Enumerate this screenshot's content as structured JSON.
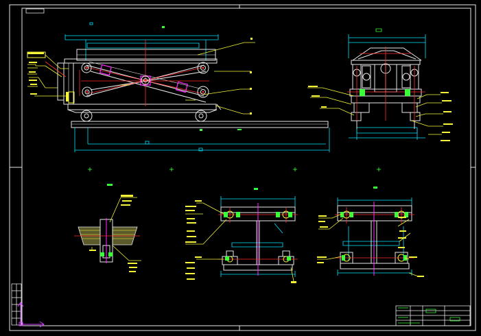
{
  "drawing": {
    "title_block_rows": 4,
    "title_block_cols": 5
  },
  "colors": {
    "background": "#000000",
    "frame": "#ffffff",
    "outline": "#e8e8e8",
    "dimension": "#00e5ff",
    "centerline": "#ff3030",
    "leader": "#f5f53a",
    "accent_green": "#3cff3c",
    "accent_magenta": "#ff2cff",
    "ucs_icon": "#d23cff"
  },
  "views": [
    {
      "name": "side-elevation-view",
      "label": ""
    },
    {
      "name": "end-elevation-view",
      "label": ""
    },
    {
      "name": "hinge-detail-view",
      "label": ""
    },
    {
      "name": "section-view-a",
      "label": ""
    },
    {
      "name": "section-view-b",
      "label": ""
    }
  ],
  "icons": {
    "ucs": "ucs-axis-icon"
  }
}
